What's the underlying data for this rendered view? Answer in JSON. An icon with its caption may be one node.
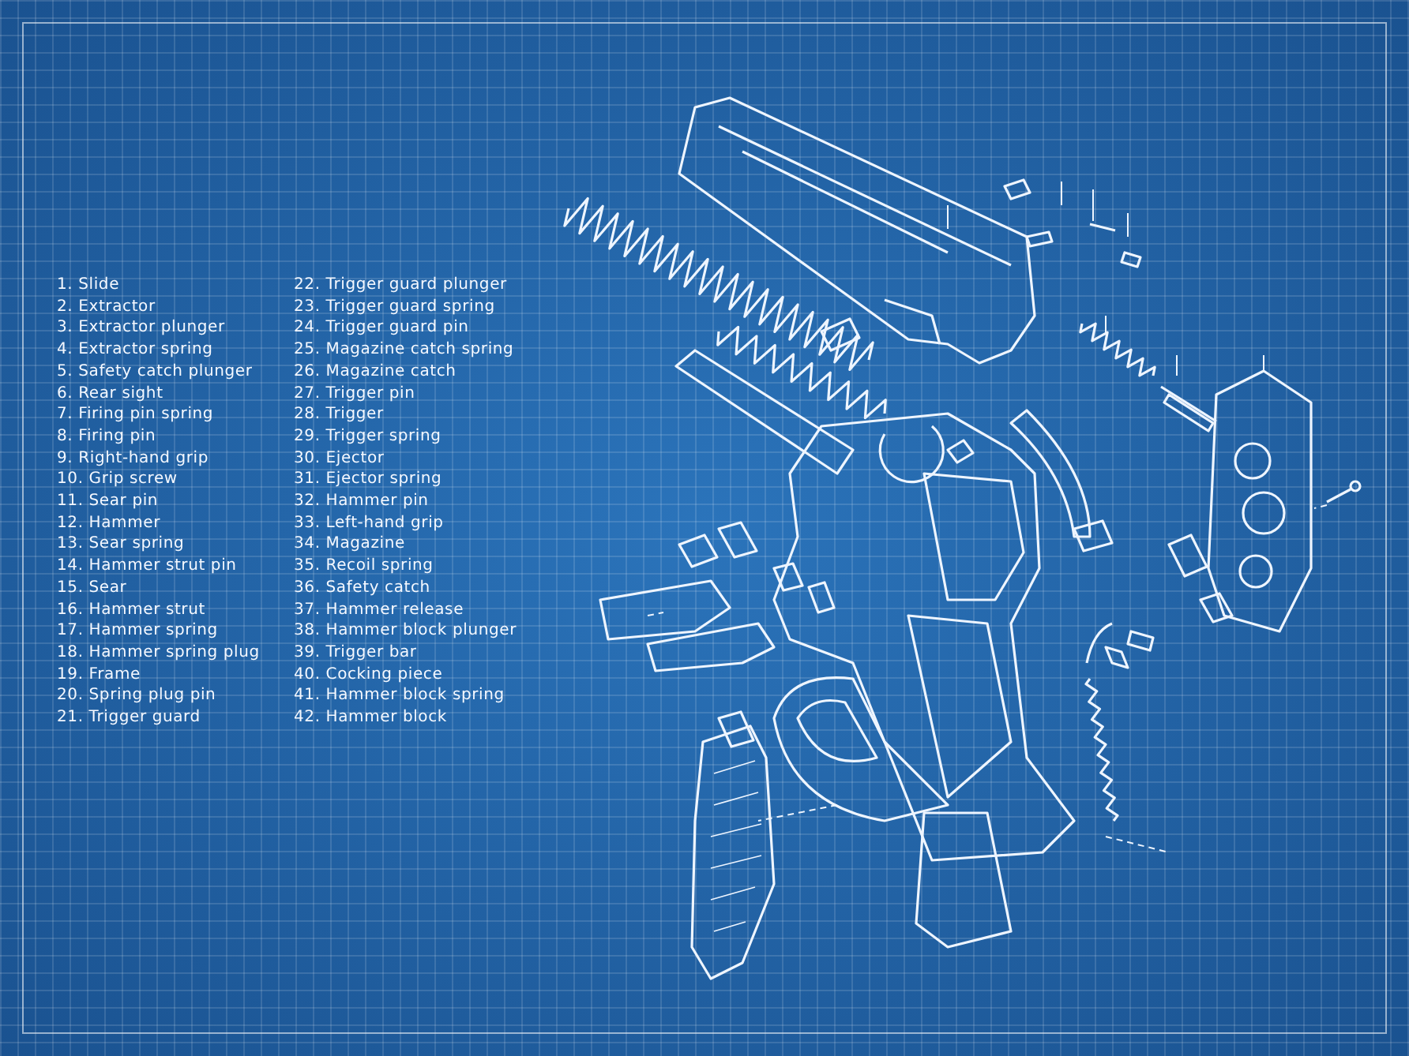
{
  "diagram": {
    "labels": [
      "1. Slide",
      "2. Extractor",
      "3. Extractor plunger",
      "4. Extractor spring",
      "5. Safety catch plunger",
      "6. Rear sight",
      "7. Firing pin spring",
      "8. Firing pin",
      "9. Right-hand grip",
      "10. Grip screw",
      "11. Sear pin",
      "12. Hammer",
      "13. Sear spring",
      "14. Hammer strut pin",
      "15. Sear",
      "16. Hammer strut",
      "17. Hammer spring",
      "18. Hammer spring plug",
      "19. Frame",
      "20. Spring plug pin",
      "21. Trigger guard",
      "22. Trigger guard plunger",
      "23. Trigger guard spring",
      "24. Trigger guard pin",
      "25. Magazine catch spring",
      "26. Magazine catch",
      "27. Trigger pin",
      "28. Trigger",
      "29. Trigger spring",
      "30. Ejector",
      "31. Ejector spring",
      "32. Hammer pin",
      "33. Left-hand grip",
      "34. Magazine",
      "35. Recoil spring",
      "36. Safety catch",
      "37. Hammer release",
      "38. Hammer block plunger",
      "39. Trigger bar",
      "40. Cocking piece",
      "41. Hammer block spring",
      "42. Hammer block"
    ]
  }
}
